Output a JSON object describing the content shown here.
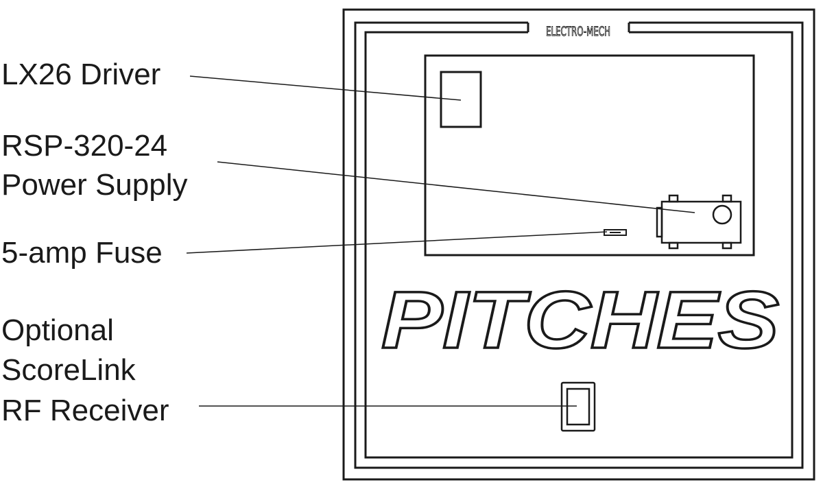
{
  "labels": {
    "driver": "LX26 Driver",
    "power_supply_line1": "RSP-320-24",
    "power_supply_line2": "Power Supply",
    "fuse": "5-amp Fuse",
    "receiver_line1": "Optional",
    "receiver_line2": "ScoreLink",
    "receiver_line3": "RF Receiver"
  },
  "panel": {
    "logo": "ELECTRO-MECH",
    "title": "PITCHES"
  },
  "colors": {
    "ink": "#1a1a1a",
    "background": "#ffffff"
  }
}
